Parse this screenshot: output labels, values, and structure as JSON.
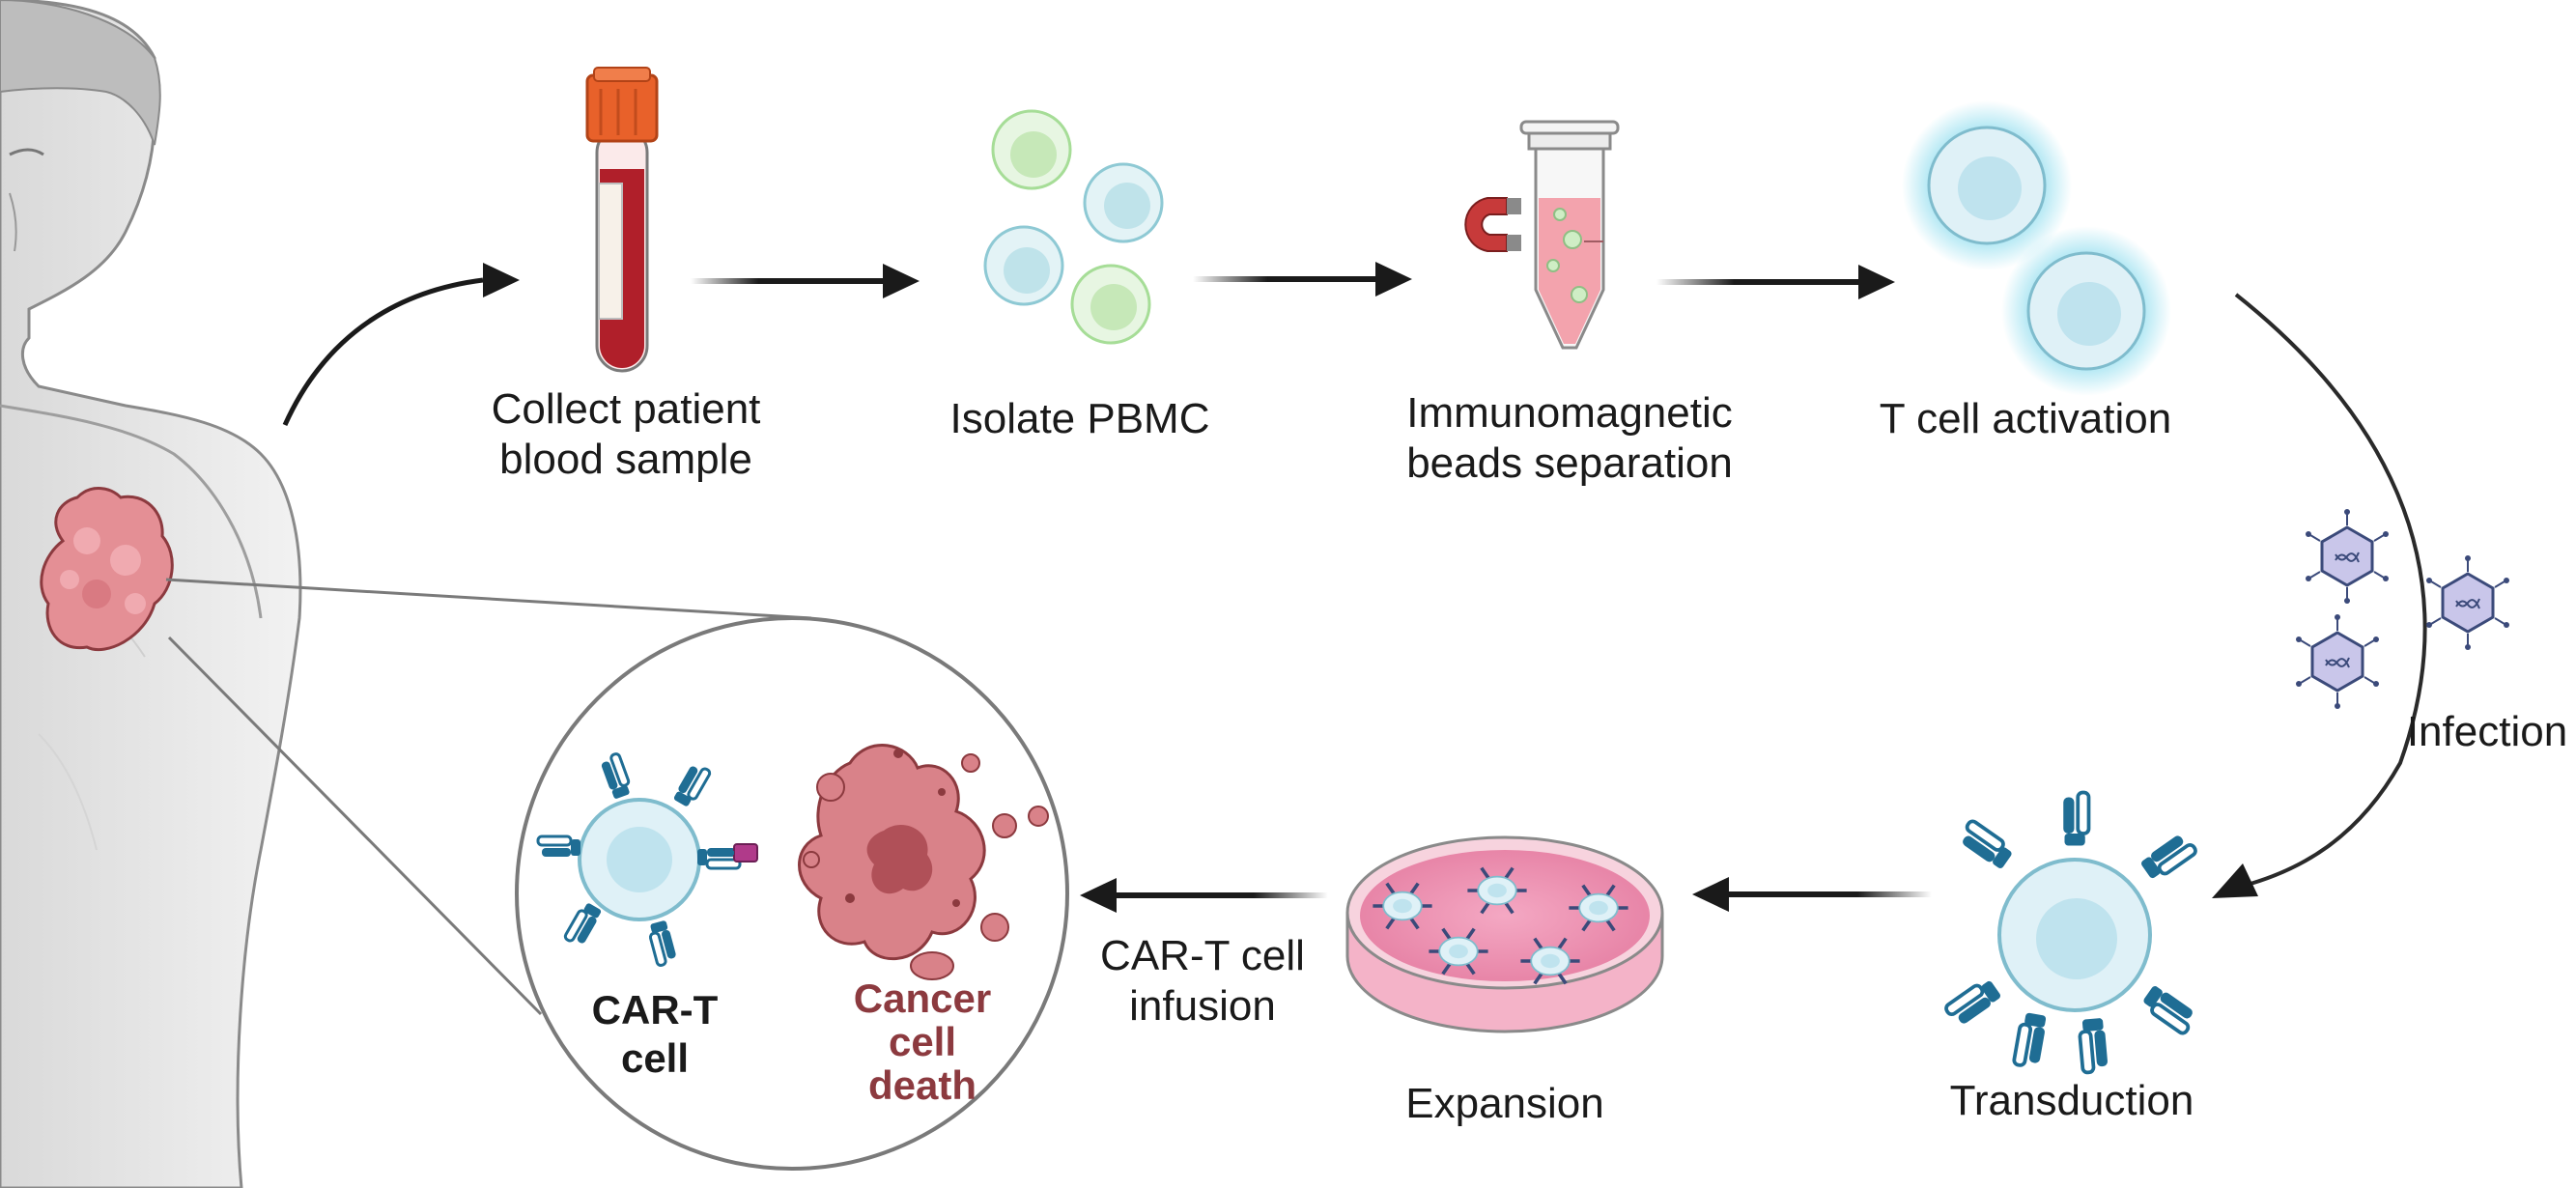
{
  "steps": {
    "collect": {
      "line1": "Collect patient",
      "line2": "blood sample"
    },
    "isolate": {
      "line1": "Isolate PBMC"
    },
    "immuno": {
      "line1": "Immunomagnetic",
      "line2": "beads separation"
    },
    "activation": {
      "line1": "T cell activation"
    },
    "infection": {
      "line1": "Infection"
    },
    "transduction": {
      "line1": "Transduction"
    },
    "expansion": {
      "line1": "Expansion"
    },
    "infusion": {
      "line1": "CAR-T cell",
      "line2": "infusion"
    }
  },
  "inset": {
    "cart": {
      "line1": "CAR-T",
      "line2": "cell"
    },
    "cancer": {
      "line1": "Cancer",
      "line2": "cell",
      "line3": "death"
    }
  },
  "colors": {
    "arrow": "#1a1a1a",
    "tcell_fill": "#dff1f7",
    "tcell_nucleus": "#bfe3ee",
    "tcell_stroke": "#7fbccd",
    "pbmc_green": "#cfeec5",
    "receptor": "#1f6d94",
    "tube_blood": "#b01f2a",
    "tube_cap": "#e8612a",
    "tumor": "#e48f95",
    "cancer_text": "#8c3a3f",
    "dish_media": "#ec8fae",
    "virus": "#c9c6ea"
  }
}
